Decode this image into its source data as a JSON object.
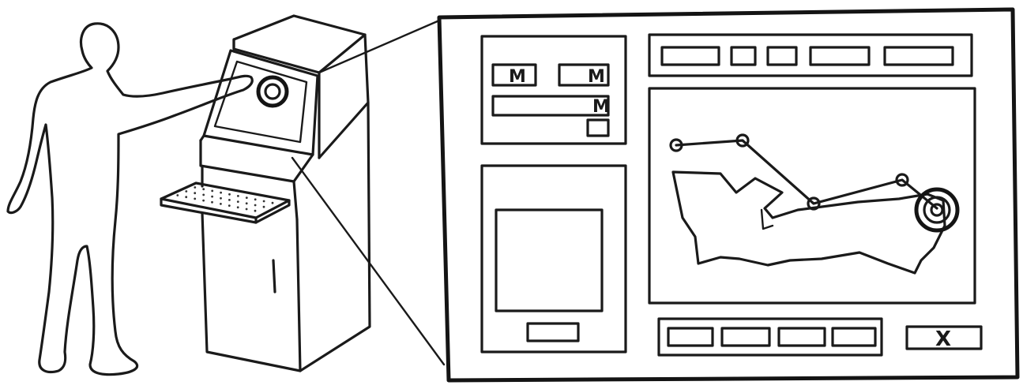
{
  "colors": {
    "ink": "#1a1a1a",
    "paper": "#ffffff"
  },
  "labels": {
    "menu_tab_1": "M",
    "menu_tab_2": "M",
    "menu_tab_3": "M",
    "close_glyph": "X"
  },
  "scene": {
    "figure": "person-silhouette",
    "device": "kiosk-with-touchscreen",
    "detail": "enlarged-screen-layout"
  },
  "icons": {
    "touch_target": "concentric-circles-icon",
    "close": "close-icon"
  },
  "counts": {
    "top_toolbar_buttons": 5,
    "bottom_toolbar_buttons": 4,
    "route_waypoints": 5
  }
}
